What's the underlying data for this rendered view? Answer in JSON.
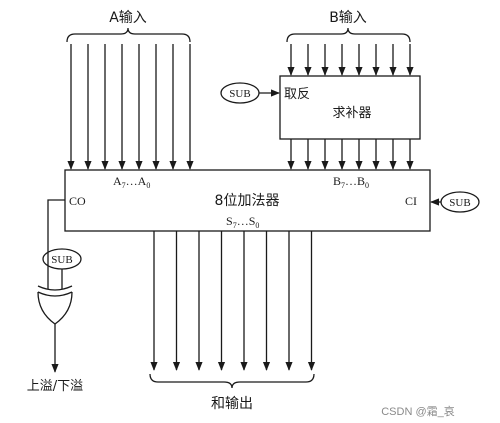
{
  "labels": {
    "input_a": "A输入",
    "input_b": "B输入",
    "negate": "取反",
    "complementer": "求补器",
    "adder": "8位加法器",
    "a_bits_prefix": "A",
    "a_bits_hi": "7",
    "a_bits_sep": "…A",
    "a_bits_lo": "0",
    "b_bits_prefix": "B",
    "b_bits_hi": "7",
    "b_bits_sep": "…B",
    "b_bits_lo": "0",
    "sum_bits_prefix": "S",
    "sum_bits_hi": "7",
    "sum_bits_sep": "…S",
    "sum_bits_lo": "0",
    "carry_out": "CO",
    "carry_in": "CI",
    "sub_top": "SUB",
    "sub_right": "SUB",
    "sub_left": "SUB",
    "overflow": "上溢/下溢",
    "sum_output": "和输出",
    "watermark": "CSDN @霜_哀"
  },
  "bus_width": 8
}
